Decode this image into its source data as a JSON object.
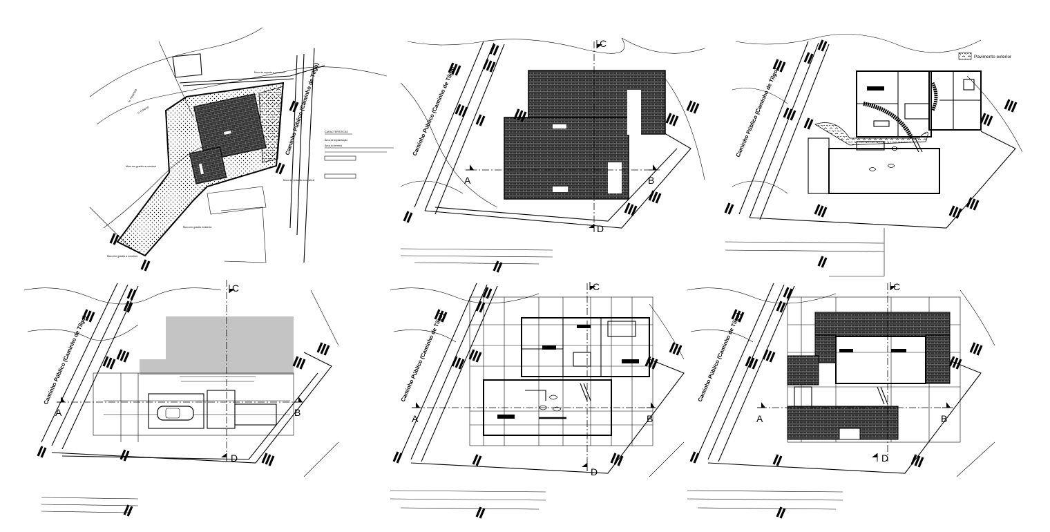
{
  "road_label": "Caminho Público (Caminho de Tílgo)",
  "section_marks": {
    "a": "A",
    "b": "B",
    "c": "C",
    "d": "D"
  },
  "plan1": {
    "north_labels": [
      "N. PROPRIO",
      "N. CONTIG"
    ],
    "notes_title": "CARACTERÍSTICAS",
    "notes": [
      "Muro em granito a construir",
      "Muro de suporte a construir",
      "Muro em granito existente",
      "Muro de vedação a construir",
      "Área de implantação",
      "Área do terreno"
    ]
  },
  "plan3": {
    "legend": "Pavimento exterior"
  },
  "colors": {
    "line": "#000000",
    "hatch": "#3a3a3a",
    "gray_block": "#c4c4c4",
    "background": "#ffffff"
  },
  "icons": {
    "section_marker": "section-arrow-icon",
    "car": "car-icon"
  }
}
